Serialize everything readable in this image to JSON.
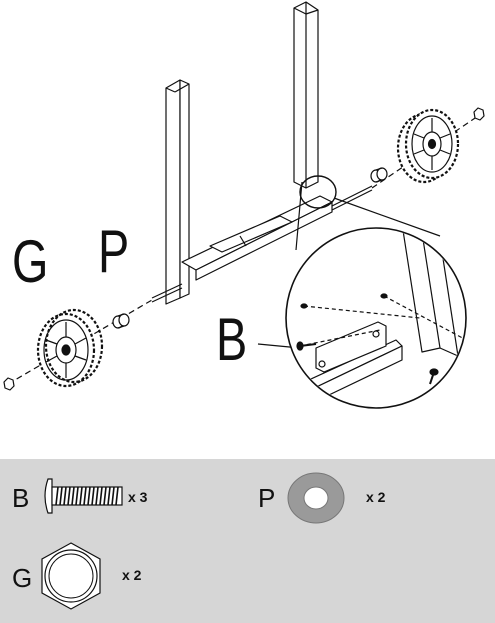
{
  "callouts": {
    "g": "G",
    "p": "P",
    "b": "B"
  },
  "parts_legend": [
    {
      "letter": "B",
      "qty": "x 3",
      "icon": "bolt-icon"
    },
    {
      "letter": "P",
      "qty": "x 2",
      "icon": "washer-icon"
    },
    {
      "letter": "G",
      "qty": "x 2",
      "icon": "hex-nut-icon"
    }
  ],
  "colors": {
    "line": "#111111",
    "legend_bg": "#d6d6d6",
    "washer": "#9a9a9a"
  }
}
